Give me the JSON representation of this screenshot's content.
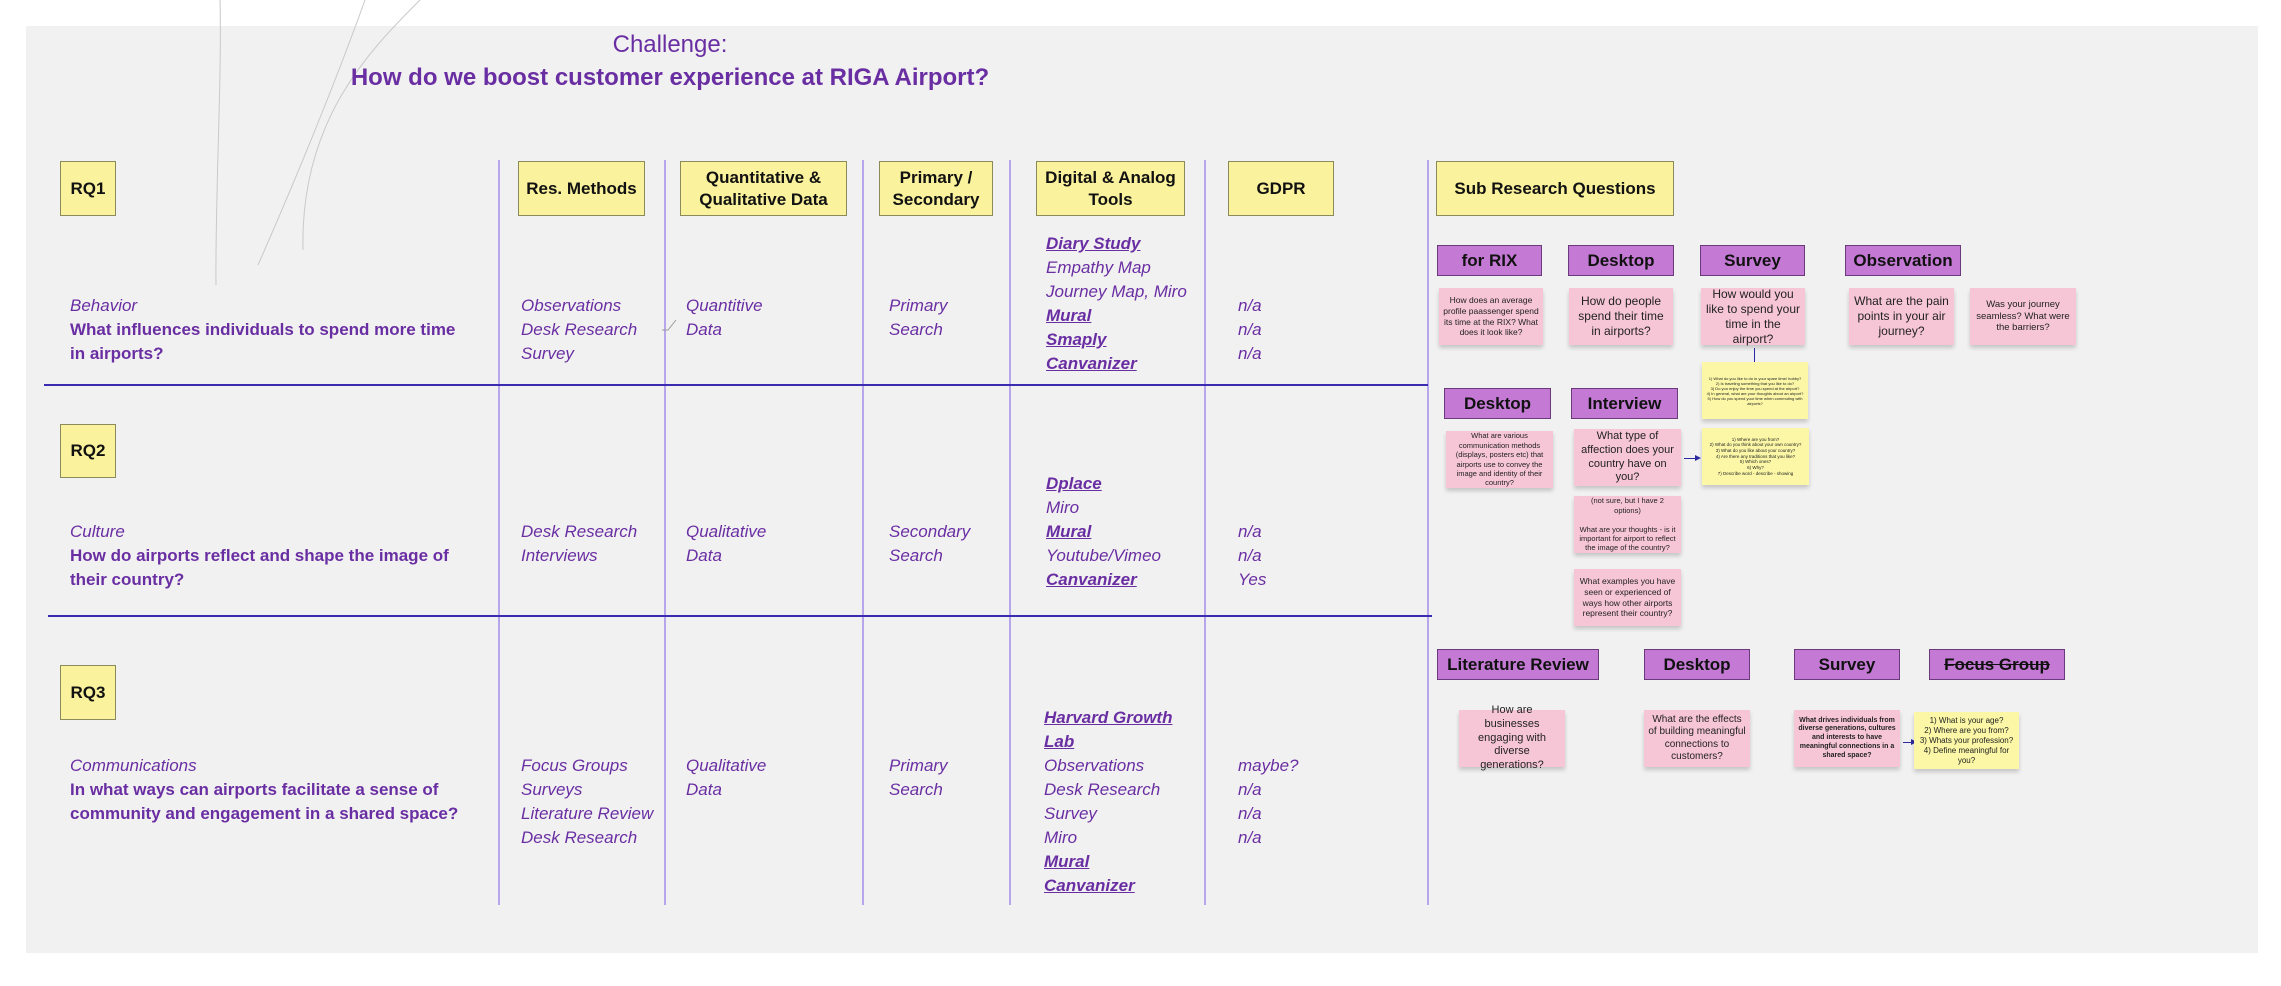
{
  "challenge": {
    "label": "Challenge:",
    "question": "How do we boost customer experience at RIGA Airport?"
  },
  "headers": {
    "res_methods": "Res. Methods",
    "quant_qual": "Quantitative & Qualitative Data",
    "primary_secondary": "Primary / Secondary",
    "tools": "Digital & Analog Tools",
    "gdpr": "GDPR",
    "sub_rq": "Sub Research Questions"
  },
  "rows": [
    {
      "id": "RQ1",
      "category": "Behavior",
      "question": "What influences individuals to spend more time in airports?",
      "methods": [
        "Observations",
        "Desk Research",
        "Survey"
      ],
      "data_type": [
        "Quantitive",
        "Data"
      ],
      "source": [
        "Primary",
        "Search"
      ],
      "tools": [
        {
          "text": "Diary Study",
          "link": true
        },
        {
          "text": "Empathy Map",
          "link": false
        },
        {
          "text": "Journey Map, Miro",
          "link": false
        },
        {
          "text": "Mural",
          "link": true
        },
        {
          "text": "Smaply",
          "link": true
        },
        {
          "text": "Canvanizer",
          "link": true
        }
      ],
      "gdpr": [
        "n/a",
        "n/a",
        "n/a"
      ]
    },
    {
      "id": "RQ2",
      "category": "Culture",
      "question": "How do airports reflect and shape the image of their country?",
      "methods": [
        "Desk Research",
        "Interviews"
      ],
      "data_type": [
        "Qualitative",
        "Data"
      ],
      "source": [
        "Secondary",
        "Search"
      ],
      "tools": [
        {
          "text": "Dplace",
          "link": true
        },
        {
          "text": "Miro",
          "link": false
        },
        {
          "text": "Mural",
          "link": true
        },
        {
          "text": "Youtube/Vimeo",
          "link": false
        },
        {
          "text": "Canvanizer",
          "link": true
        }
      ],
      "gdpr": [
        "n/a",
        "n/a",
        "Yes"
      ]
    },
    {
      "id": "RQ3",
      "category": "Communications",
      "question": "In what ways can airports facilitate a sense of community and engagement in a shared space?",
      "methods": [
        "Focus Groups",
        "Surveys",
        "Literature Review",
        "Desk Research"
      ],
      "data_type": [
        "Qualitative",
        "Data"
      ],
      "source": [
        "Primary",
        "Search"
      ],
      "tools": [
        {
          "text": "Harvard Growth Lab",
          "link": true
        },
        {
          "text": "Observations",
          "link": false
        },
        {
          "text": "Desk Research",
          "link": false
        },
        {
          "text": "Survey",
          "link": false
        },
        {
          "text": "Miro",
          "link": false
        },
        {
          "text": "Mural",
          "link": true
        },
        {
          "text": "Canvanizer",
          "link": true
        }
      ],
      "gdpr": [
        "maybe?",
        "n/a",
        "n/a",
        "n/a"
      ]
    }
  ],
  "sub": {
    "rq1": {
      "tags": [
        "for RIX",
        "Desktop",
        "Survey",
        "Observation"
      ],
      "notes": [
        "How does an average profile paassenger spend its time at the RIX? What does it look like?",
        "How do people spend their time in airports?",
        "How would you like to spend your time in the airport?",
        "What are the pain points in your air journey?",
        "Was your journey seamless? What were the barriers?"
      ],
      "survey_detail": "1) What do you like to do in your spare time/ hobby?\n2) Is traveling something that you like to do?\n3) Do you enjoy the time you spend at the airport?\n4) In general, what are your thoughts about an airport?\n5) How do you spend your time when commuting with airports?"
    },
    "rq2": {
      "tags": [
        "Desktop",
        "Interview"
      ],
      "notes": [
        "What are various communication methods (displays, posters etc) that airports use to convey the image and identity of their country?",
        "What type of affection does your country have on you?",
        "(not sure, but I have 2 options)\n\nWhat are your thoughts - is it important for airport to reflect the image of the country?",
        "What examples you have seen or experienced of ways how other airports represent their country?"
      ],
      "interview_detail": "1) Where are you from?\n2) What do you think about your own country?\n3) What do you like about your country?\n4) Are there any traditions that you like?\n5) Which ones?\n6) Why?\n7) Describe word - describe - showing"
    },
    "rq3": {
      "tags": [
        "Literature Review",
        "Desktop",
        "Survey",
        "Focus Group"
      ],
      "notes": [
        "How are businesses engaging with diverse generations?",
        "What are the effects of building meaningful connections to customers?",
        "What drives individuals from diverse generations, cultures and interests to have meaningful connections in a shared space?"
      ],
      "survey_detail": "1) What is your age?\n2) Where are you from?\n3) Whats your profession?\n4) Define meaningful for you?"
    }
  }
}
